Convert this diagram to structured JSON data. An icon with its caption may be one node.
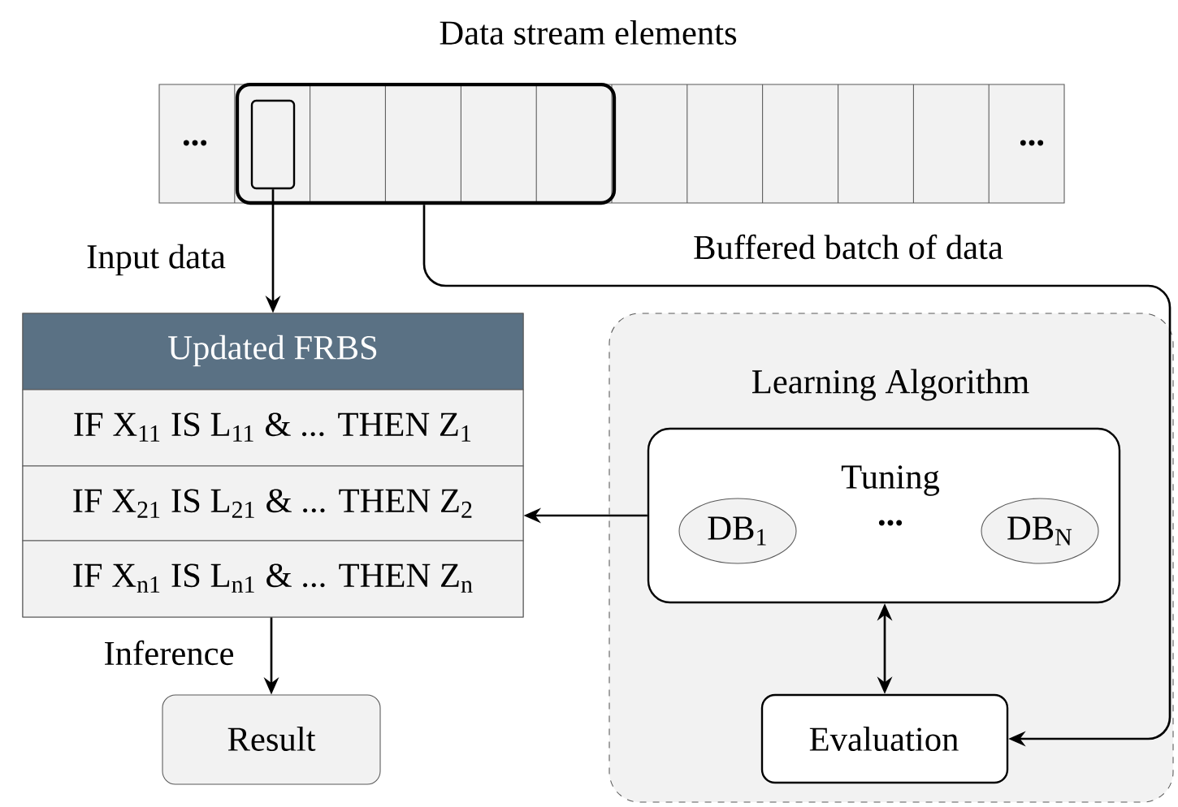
{
  "diagram": {
    "title": "Data stream elements",
    "nodes": [
      {
        "text": [
          "...",
          "..."
        ]
      },
      {
        "text": [],
        "shape": "box",
        "in": 0
      },
      {
        "text": [],
        "shape": "box",
        "in": 1
      },
      {
        "text": [
          "Updated FRBS"
        ]
      },
      {
        "text": [
          "IF X$_{11}$ IS L$_{11}$ & ... THEN Z$_{1}$"
        ],
        "in": 3
      },
      {
        "text": [
          "IF X$_{21}$ IS L$_{21}$ & ... THEN Z$_{2}$"
        ],
        "in": 3
      },
      {
        "text": [
          "IF X$_{n1}$ IS L$_{n1}$ & ... THEN Z$_{n}$"
        ],
        "in": 3
      },
      {
        "text": [
          "Result"
        ]
      },
      {
        "text": [
          "Learning Algorithm"
        ]
      },
      {
        "text": [
          "Tuning",
          "..."
        ],
        "in": 8
      },
      {
        "text": [
          "DB$_{1}$"
        ],
        "in": 9
      },
      {
        "text": [
          "DB$_{N}$"
        ],
        "in": 9
      },
      {
        "text": [
          "Evaluation"
        ],
        "in": 8
      }
    ],
    "edges": [
      {
        "from": 2,
        "to": 3,
        "arrow": "to",
        "label": "Input data"
      },
      {
        "from": 3,
        "to": 7,
        "arrow": "to",
        "label": "Inference"
      },
      {
        "from": 9,
        "to": 5,
        "arrow": "to"
      },
      {
        "from": 9,
        "to": 12,
        "arrow": "both"
      },
      {
        "from": 1,
        "to": 12,
        "arrow": "to",
        "label": "Buffered batch of data"
      }
    ]
  }
}
